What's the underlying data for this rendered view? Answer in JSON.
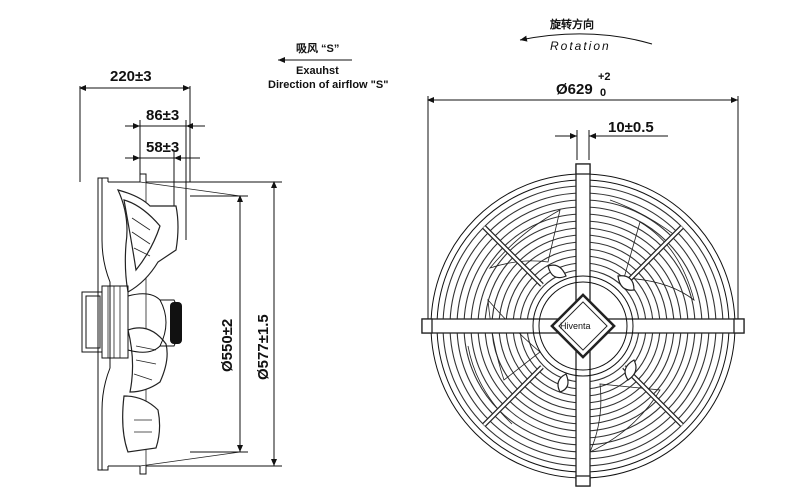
{
  "side_view": {
    "dim_depth": "220±3",
    "dim_hub_depth": "86±3",
    "dim_motor_depth": "58±3",
    "dim_inner_dia": "Ø550±2",
    "dim_outer_dia": "Ø577±1.5"
  },
  "airflow": {
    "label_cn": "吸风",
    "label_code": "“S”",
    "label_en": "Exauhst",
    "label_desc": "Direction of airflow \"S\""
  },
  "rotation": {
    "label_cn": "旋转方向",
    "label_en": "Rotation"
  },
  "front_view": {
    "dim_overall_prefix": "Ø629",
    "dim_overall_tol_upper": "+2",
    "dim_overall_tol_lower": "0",
    "dim_bar_width": "10±0.5",
    "hub_brand": "Hiventa"
  }
}
